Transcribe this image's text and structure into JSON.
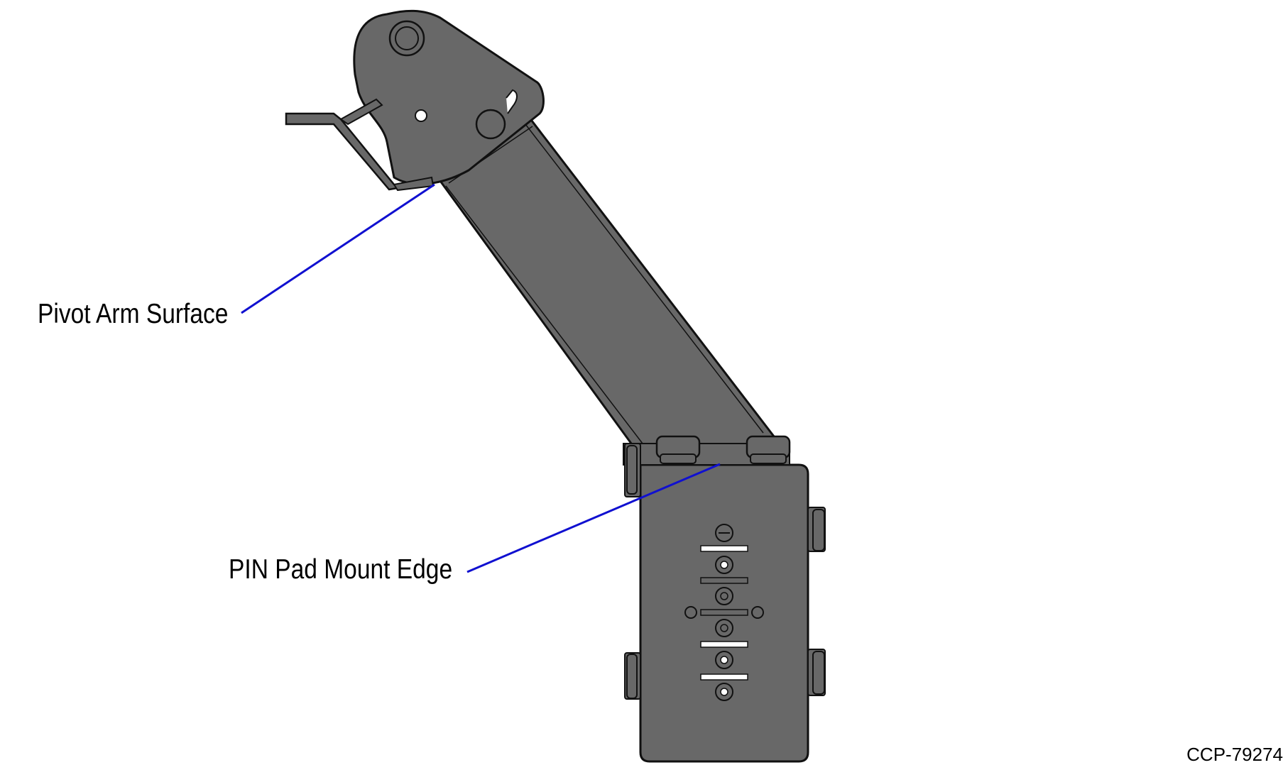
{
  "callouts": [
    {
      "id": "pivot-arm-surface",
      "label": "Pivot Arm Surface"
    },
    {
      "id": "pin-pad-mount-edge",
      "label": "PIN Pad Mount Edge"
    }
  ],
  "figure_id": "CCP-79274",
  "colors": {
    "part_fill": "#686868",
    "part_outline": "#111111",
    "leader_line": "#1010d0",
    "label_text": "#000000"
  }
}
